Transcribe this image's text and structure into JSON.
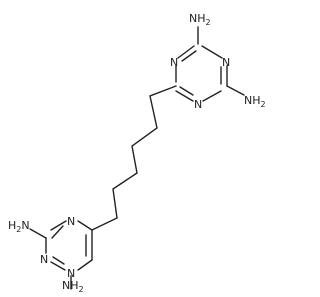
{
  "molecule": {
    "atoms": {
      "n_top_1": "N",
      "n_top_2": "N",
      "n_top_3": "N",
      "nh2_top_a": "NH",
      "nh2_top_a_sub": "2",
      "nh2_top_b": "NH",
      "nh2_top_b_sub": "2",
      "n_bot_1": "N",
      "n_bot_2": "N",
      "n_bot_3": "N",
      "h2n_bot": "H",
      "h2n_bot_sub": "2",
      "h2n_bot_n": "N",
      "nh2_bot": "NH",
      "nh2_bot_sub": "2"
    }
  }
}
